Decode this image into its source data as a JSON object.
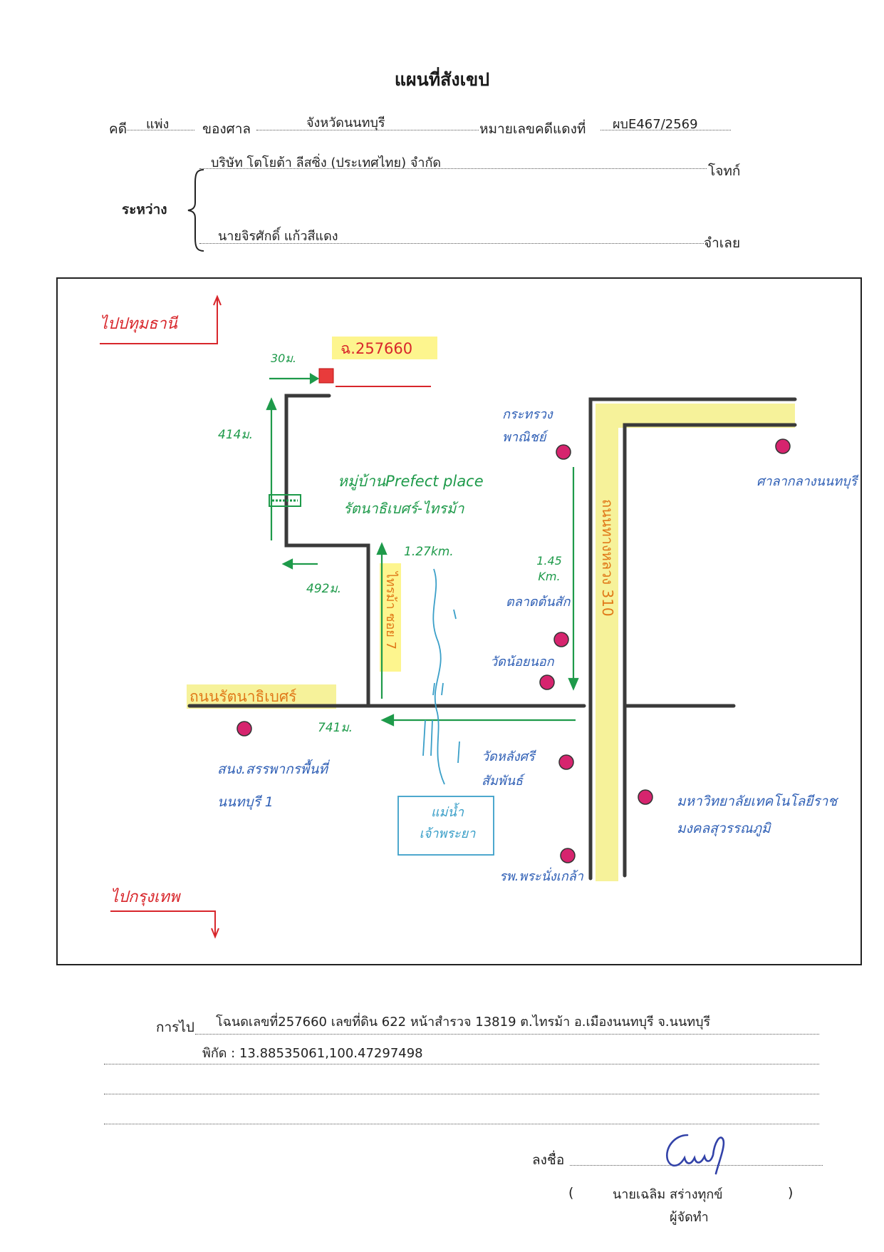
{
  "header": {
    "title": "แผนที่สังเขป",
    "case_label": "คดี",
    "case_type": "แพ่ง",
    "court_label": "ของศาล",
    "court_name": "จังหวัดนนทบุรี",
    "red_case_label": "หมายเลขคดีแดงที่",
    "red_case_number": "ผบE467/2569"
  },
  "parties": {
    "between_label": "ระหว่าง",
    "plaintiff_name": "บริษัท โตโยต้า ลีสซิ่ง (ประเทศไทย) จำกัด",
    "plaintiff_role": "โจทก์",
    "defendant_name": "นายจิรศักดิ์ แก้วสีแดง",
    "defendant_role": "จำเลย"
  },
  "map": {
    "to_pathum": "ไปปทุมธานี",
    "to_bangkok": "ไปกรุงเทพ",
    "dist_30m": "30ม.",
    "deed_label": "ฉ.257660",
    "dist_414m": "414ม.",
    "dist_492m": "492ม.",
    "dist_741m": "741ม.",
    "dist_127km": "1.27km.",
    "dist_145km": "1.45 Km.",
    "village": "หมู่บ้านPrefect place",
    "village_road": "รัตนาธิเบศร์-ไทรม้า",
    "sai_ma_road": "ไทรม้า ซอย 7",
    "ratanathibet_road": "ถนนรัตนาธิเบศร์",
    "highway": "ถนนทางหลวง 310",
    "river": "แม่น้ำเจ้าพระยา",
    "poi": {
      "commerce_ministry": "กระทรวงพาณิชย์",
      "nonthaburi_hall": "ศาลากลางนนทบุรี",
      "talad_tonsak": "ตลาดต้นสัก",
      "wat_noi_nok": "วัดน้อยนอก",
      "wat_lang": "วัดหลังศรีสัมพันธ์",
      "revenue_office": "สนง.สรรพากรพื้นที่นนทบุรี 1",
      "university": "มหาวิทยาลัยเทคโนโลยีราชมงคลสุวรรณภูมิ",
      "hospital": "รพ.พระนั่งเกล้า"
    }
  },
  "footer": {
    "route_label": "การไป",
    "route_line1": "โฉนดเลขที่257660 เลขที่ดิน 622 หน้าสำรวจ 13819 ต.ไทรม้า อ.เมืองนนทบุรี จ.นนทบุรี",
    "route_line2": "พิกัด : 13.88535061,100.47297498",
    "sign_label": "ลงชื่อ",
    "signer_open": "(",
    "signer_name": "นายเฉลิม สร่างทุกข์",
    "signer_close": ")",
    "signer_role": "ผู้จัดทำ"
  },
  "colors": {
    "road": "#3a3a3a",
    "highlight": "#f6f29a",
    "marker": "#d6246e",
    "green": "#1e9a4a",
    "red": "#d8262b",
    "blue": "#2f5fb5",
    "river": "#3a9fc8",
    "orange": "#e07818"
  }
}
